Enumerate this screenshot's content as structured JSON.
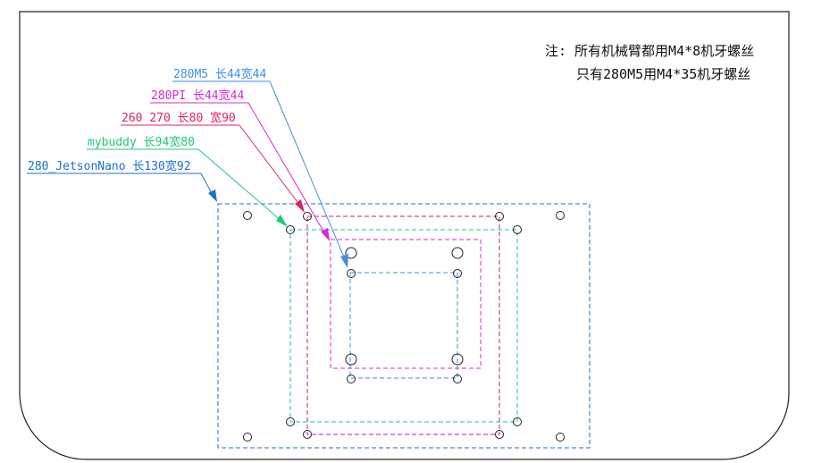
{
  "note": {
    "line1": "注: 所有机械臂都用M4*8机牙螺丝",
    "line2": "只有280M5用M4*35机牙螺丝"
  },
  "patterns": [
    {
      "id": "280m5",
      "label": "280M5 长44宽44",
      "color": "#3d8fe6"
    },
    {
      "id": "280pi",
      "label": "280PI 长44宽44",
      "color": "#d42bd4"
    },
    {
      "id": "260-270",
      "label": "260 270 长80 宽90",
      "color": "#e0245e"
    },
    {
      "id": "mybuddy",
      "label": "mybuddy 长94宽80",
      "color": "#22c97a"
    },
    {
      "id": "280-jetson",
      "label": "280_JetsonNano 长130宽92",
      "color": "#1a6fd6"
    }
  ]
}
